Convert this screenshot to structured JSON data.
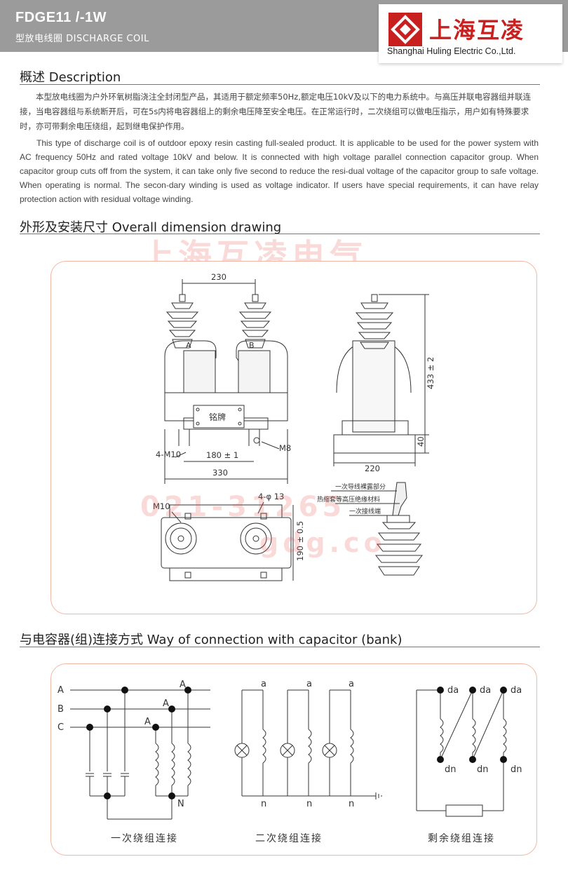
{
  "header": {
    "model": "FDGE11 /-1W",
    "subtitle": "型放电线圈 DISCHARGE COIL",
    "brand_cn": "上海互凌",
    "brand_en": "Shanghai Huling Electric Co.,Ltd.",
    "brand_color": "#c81f1f"
  },
  "description": {
    "title": "概述 Description",
    "cn": "本型放电线圈为户外环氧树脂浇注全封闭型产品，其适用于额定频率50Hz,额定电压10kV及以下的电力系统中。与高压并联电容器组并联连接，当电容器组与系统断开后，可在5s内将电容器组上的剩余电压降至安全电压。在正常运行时，二次绕组可以做电压指示，用户如有特殊要求时，亦可带剩余电压绕组，起到继电保护作用。",
    "en": "This type of discharge coil is of outdoor epoxy resin casting full-sealed product. It is applicable to be used for the power system with AC frequency 50Hz and rated voltage 10kV and below. It is connected with high voltage parallel connection capacitor group. When capacitor group cuts off from the system, it can take only five second to reduce the resi-dual voltage of the capacitor group to safe voltage. When operating is normal. The secon-dary winding is used as voltage indicator. If users have special requirements, it can have relay protection action with residual voltage winding."
  },
  "dimension": {
    "title": "外形及安装尺寸  Overall dimension drawing",
    "watermark1": "上海互凌电气",
    "watermark2": "021-31265",
    "watermark3": "gdg.co",
    "labels": {
      "d230": "230",
      "terminal_a": "A",
      "terminal_b": "B",
      "nameplate": "铭牌",
      "m10_left": "4-M10",
      "d180": "180 ± 1",
      "m8": "M8",
      "d330": "330",
      "h433": "433 ± 2",
      "h40": "40",
      "d220": "220",
      "m10_top": "M10",
      "phi13": "4-φ 13",
      "h190": "190 ± 0.5",
      "callout1": "一次导线裸露部分",
      "callout2": "热缩套等高压绝缘材料",
      "callout3": "一次接线端"
    }
  },
  "connection": {
    "title": "与电容器(组)连接方式  Way of connection with capacitor (bank)",
    "phases": [
      "A",
      "B",
      "C"
    ],
    "terminal_a": "A",
    "terminal_n": "N",
    "sec_a": "a",
    "sec_n": "n",
    "res_da": "da",
    "res_dn": "dn",
    "caption1": "一次绕组连接",
    "caption2": "二次绕组连接",
    "caption3": "剩余绕组连接"
  }
}
